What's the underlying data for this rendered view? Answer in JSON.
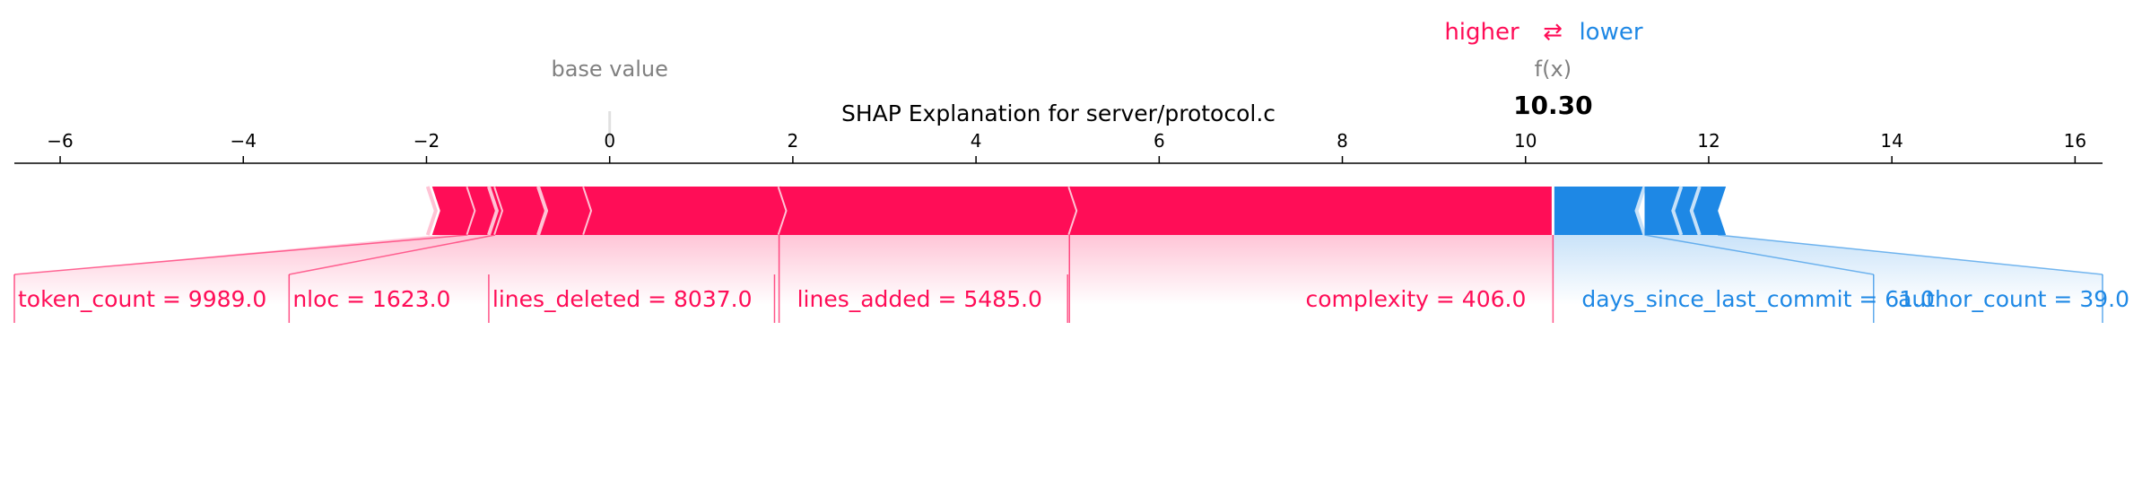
{
  "chart_data": {
    "type": "force",
    "title": "SHAP Explanation for server/protocol.c",
    "xlim": [
      -6.5,
      16.3
    ],
    "x_ticks": [
      -6,
      -4,
      -2,
      0,
      2,
      4,
      6,
      8,
      10,
      12,
      14,
      16
    ],
    "base_value": 0,
    "base_value_label": "base value",
    "fx_label": "f(x)",
    "fx_value": 10.3,
    "fx_value_label": "10.30",
    "legend": {
      "higher": "higher",
      "arrows": "⇄",
      "lower": "lower"
    },
    "colors": {
      "positive": "#ff0d57",
      "positive_dark": "#ff0051",
      "negative": "#1e88e5",
      "negative_dark": "#008bfb",
      "axis": "#000000",
      "muted": "#808080"
    },
    "positive_segments": [
      {
        "label": "token_count = 9989.0",
        "start": -1.85,
        "end": -1.55,
        "tick_x": -6.5
      },
      {
        "label": "nloc = 1623.0",
        "start": -1.55,
        "end": -1.25,
        "tick_x": -3.5
      },
      {
        "label": "lines_deleted = 8037.0",
        "start": -1.25,
        "end": -0.78,
        "tick_x": -1.32
      },
      {
        "label": "",
        "start": -0.78,
        "end": -0.28,
        "tick_x": null
      },
      {
        "label": "lines_added = 5485.0",
        "start": -0.28,
        "end": 1.85,
        "tick_x": 1.8
      },
      {
        "label": "",
        "start": 1.85,
        "end": 5.02,
        "tick_x": null
      },
      {
        "label": "complexity = 406.0",
        "start": 5.02,
        "end": 10.3,
        "tick_x": 5.0
      }
    ],
    "negative_segments": [
      {
        "label": "days_since_last_commit = 61.0",
        "start": 10.3,
        "end": 11.3,
        "tick_x": 13.8
      },
      {
        "label": "author_count = 39.0",
        "start": 11.3,
        "end": 12.1,
        "tick_x": 16.3
      }
    ]
  }
}
